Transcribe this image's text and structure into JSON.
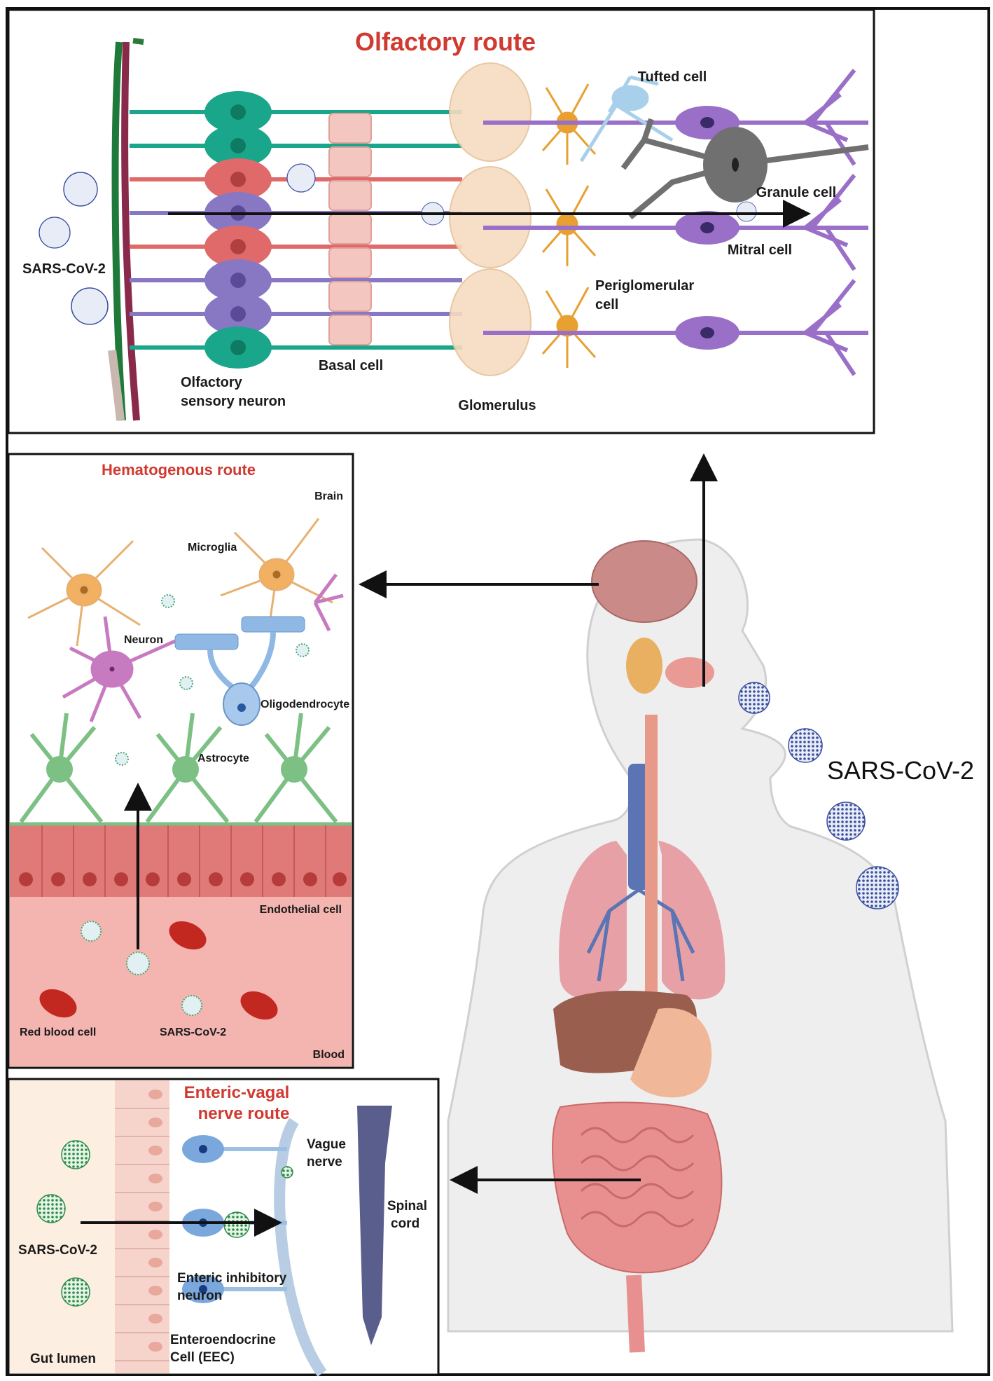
{
  "olfactory": {
    "title": "Olfactory route",
    "labels": {
      "tufted_cell": "Tufted cell",
      "granule_cell": "Granule cell",
      "mitral_cell": "Mitral cell",
      "periglomerular_1": "Periglomerular",
      "periglomerular_2": "cell",
      "basal_cell": "Basal cell",
      "sensory_1": "Olfactory",
      "sensory_2": "sensory neuron",
      "glomerulus": "Glomerulus",
      "virus": "SARS-CoV-2"
    }
  },
  "hematogenous": {
    "title": "Hematogenous route",
    "labels": {
      "brain": "Brain",
      "microglia": "Microglia",
      "neuron": "Neuron",
      "oligodendrocyte": "Oligodendrocyte",
      "astrocyte": "Astrocyte",
      "endothelial": "Endothelial cell",
      "rbc": "Red blood cell",
      "virus": "SARS-CoV-2",
      "blood": "Blood"
    }
  },
  "enteric": {
    "title_1": "Enteric-vagal",
    "title_2": "nerve route",
    "labels": {
      "vague_1": "Vague",
      "vague_2": "nerve",
      "spinal_1": "Spinal",
      "spinal_2": "cord",
      "virus": "SARS-CoV-2",
      "inhib_1": "Enteric inhibitory",
      "inhib_2": "neuron",
      "gut_lumen": "Gut lumen",
      "eec_1": "Enteroendocrine",
      "eec_2": "Cell (EEC)"
    }
  },
  "body": {
    "virus_label": "SARS-CoV-2"
  },
  "colors": {
    "title_red": "#d03a30",
    "olfactory_neuron_green": "#1aa68a",
    "olfactory_neuron_red": "#e06a6a",
    "olfactory_neuron_purple": "#8878c4",
    "mitral_purple": "#9a6fc8",
    "periglomerular_orange": "#e8a030",
    "granule_gray": "#707070",
    "blood_pink": "#f4b4b0",
    "endothelium_red": "#e07a78",
    "astrocyte_green": "#7cc084",
    "gut_green": "#3a9a50"
  }
}
